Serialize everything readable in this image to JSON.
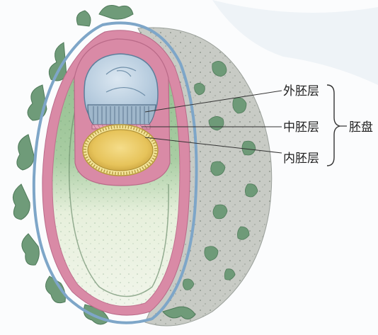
{
  "labels": {
    "ectoderm": "外胚层",
    "mesoderm": "中胚层",
    "endoderm": "内胚层",
    "embryonic_disc": "胚盘"
  },
  "colors": {
    "background": "#fbfcfd",
    "trophoblast_gray": "#c9cbc6",
    "villi_green": "#6e9a78",
    "membrane_blue": "#7ea6c8",
    "membrane_pink": "#d98aa6",
    "yolk_green": "#a8cba3",
    "cavity_pale": "#eef3e6",
    "amnion_blue": "#c7d8e6",
    "yolk_sac_yellow": "#e8c96a",
    "leader_line": "#333333"
  }
}
